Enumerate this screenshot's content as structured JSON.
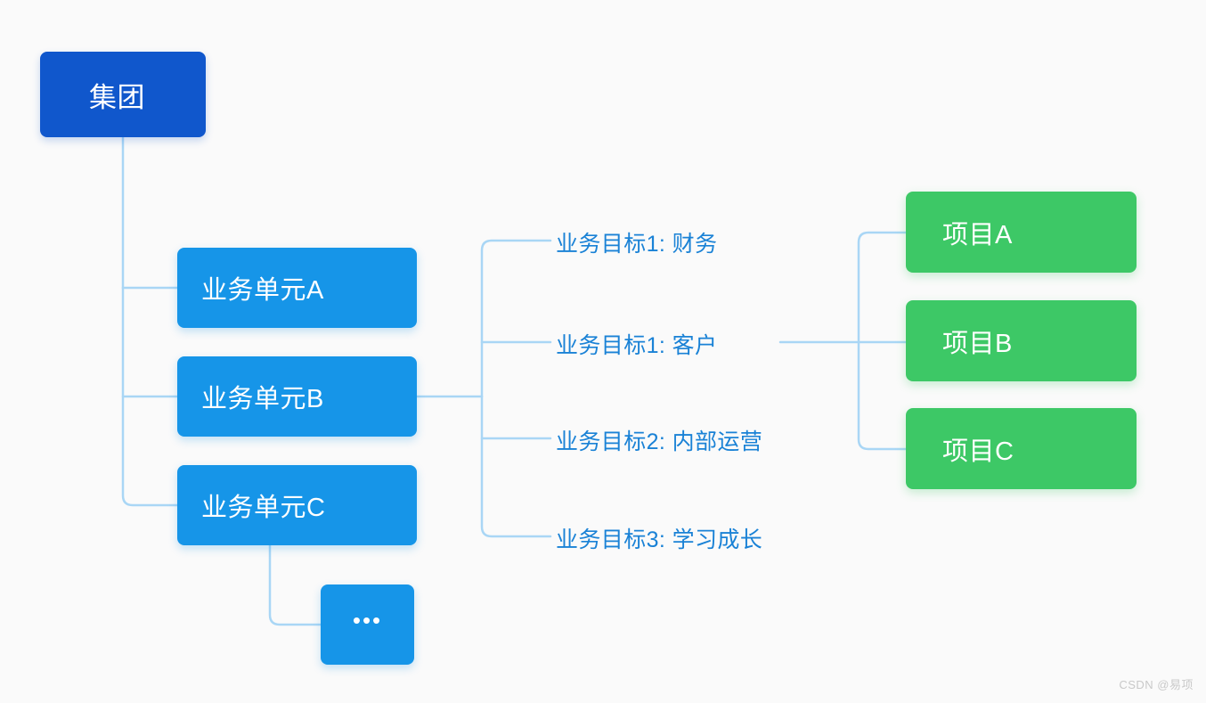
{
  "diagram": {
    "title": "集团业务目标分解组织树",
    "background_color": "#fafafa",
    "colors": {
      "root": "#1057cc",
      "unit": "#1695e8",
      "project": "#3dc866",
      "connector": "#a9d6f5",
      "goal_text": "#1a82d6",
      "node_text": "#ffffff"
    }
  },
  "root": {
    "label": "集团"
  },
  "units": [
    {
      "label": "业务单元A"
    },
    {
      "label": "业务单元B"
    },
    {
      "label": "业务单元C"
    }
  ],
  "more_node": {
    "label": "•••"
  },
  "goals": [
    {
      "label": "业务目标1: 财务"
    },
    {
      "label": "业务目标1: 客户"
    },
    {
      "label": "业务目标2: 内部运营"
    },
    {
      "label": "业务目标3: 学习成长"
    }
  ],
  "projects": [
    {
      "label": "项目A"
    },
    {
      "label": "项目B"
    },
    {
      "label": "项目C"
    }
  ],
  "watermark": {
    "text": "CSDN @易项"
  }
}
